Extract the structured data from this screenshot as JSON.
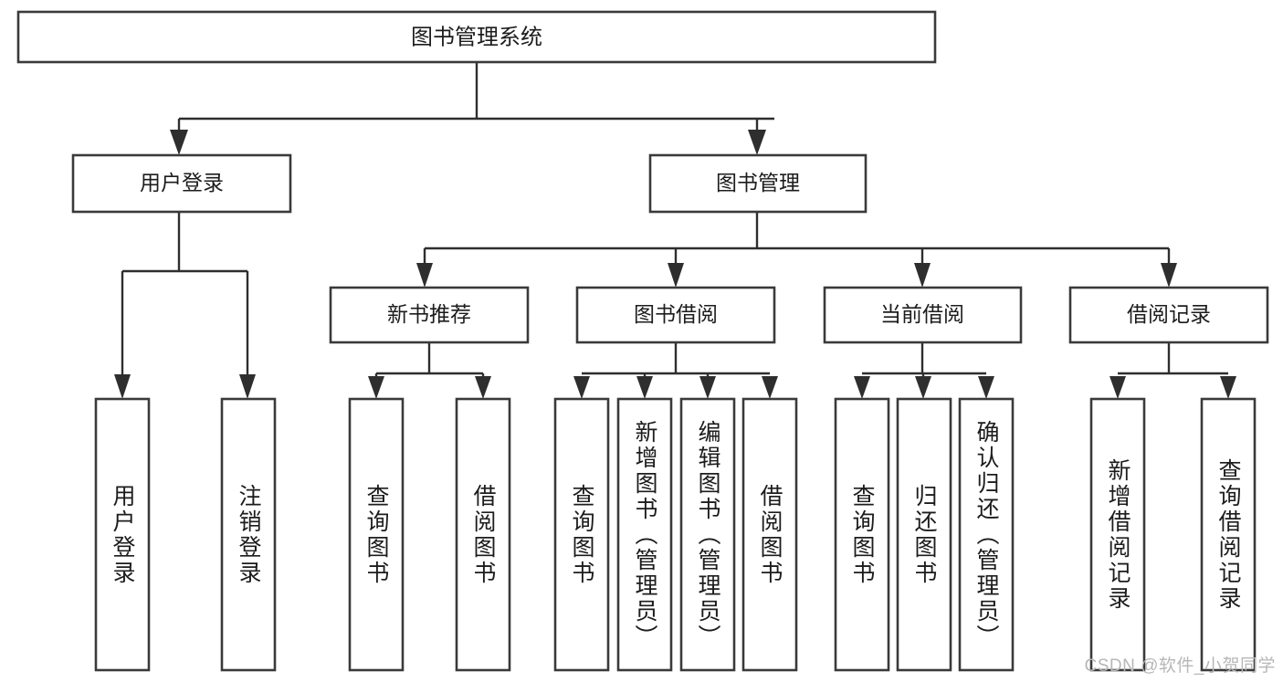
{
  "diagram": {
    "type": "tree-hierarchy",
    "title_node": {
      "id": "root",
      "label": "图书管理系统"
    },
    "level1": [
      {
        "id": "user-login",
        "label": "用户登录"
      },
      {
        "id": "book-manage",
        "label": "图书管理"
      }
    ],
    "level2": [
      {
        "id": "new-book-recommend",
        "label": "新书推荐",
        "parent": "book-manage"
      },
      {
        "id": "book-borrow",
        "label": "图书借阅",
        "parent": "book-manage"
      },
      {
        "id": "current-borrow",
        "label": "当前借阅",
        "parent": "book-manage"
      },
      {
        "id": "borrow-record",
        "label": "借阅记录",
        "parent": "book-manage"
      }
    ],
    "leaves": [
      {
        "id": "leaf-user-login",
        "label": "用户登录",
        "parent": "user-login"
      },
      {
        "id": "leaf-logout-login",
        "label": "注销登录",
        "parent": "user-login"
      },
      {
        "id": "leaf-query-book-1",
        "label": "查询图书",
        "parent": "new-book-recommend"
      },
      {
        "id": "leaf-borrow-book-1",
        "label": "借阅图书",
        "parent": "new-book-recommend"
      },
      {
        "id": "leaf-query-book-2",
        "label": "查询图书",
        "parent": "book-borrow"
      },
      {
        "id": "leaf-add-book",
        "label": "新增图书（管理员）",
        "parent": "book-borrow"
      },
      {
        "id": "leaf-edit-book",
        "label": "编辑图书（管理员）",
        "parent": "book-borrow"
      },
      {
        "id": "leaf-borrow-book-2",
        "label": "借阅图书",
        "parent": "book-borrow"
      },
      {
        "id": "leaf-query-book-3",
        "label": "查询图书",
        "parent": "current-borrow"
      },
      {
        "id": "leaf-return-book",
        "label": "归还图书",
        "parent": "current-borrow"
      },
      {
        "id": "leaf-confirm-return",
        "label": "确认归还（管理员）",
        "parent": "current-borrow"
      },
      {
        "id": "leaf-add-record",
        "label": "新增借阅记录",
        "parent": "borrow-record"
      },
      {
        "id": "leaf-query-record",
        "label": "查询借阅记录",
        "parent": "borrow-record"
      }
    ]
  },
  "watermark": {
    "text": "CSDN @软件_小贺同学"
  },
  "colors": {
    "box_stroke": "#3a3a3a",
    "connector": "#2e2e2e",
    "text": "#1c1c1c",
    "background": "#ffffff",
    "watermark": "#b7b7b7"
  }
}
